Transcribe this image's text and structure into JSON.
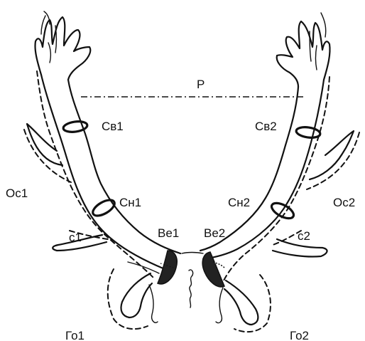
{
  "diagram": {
    "labels": {
      "p": "P",
      "sv1": "Св1",
      "sv2": "Св2",
      "sn1": "Сн1",
      "sn2": "Сн2",
      "os1": "Ос1",
      "os2": "Ос2",
      "c1": "с1",
      "c2": "с2",
      "ve1": "Ве1",
      "ve2": "Ве2",
      "go1": "Го1",
      "go2": "Го2"
    }
  }
}
